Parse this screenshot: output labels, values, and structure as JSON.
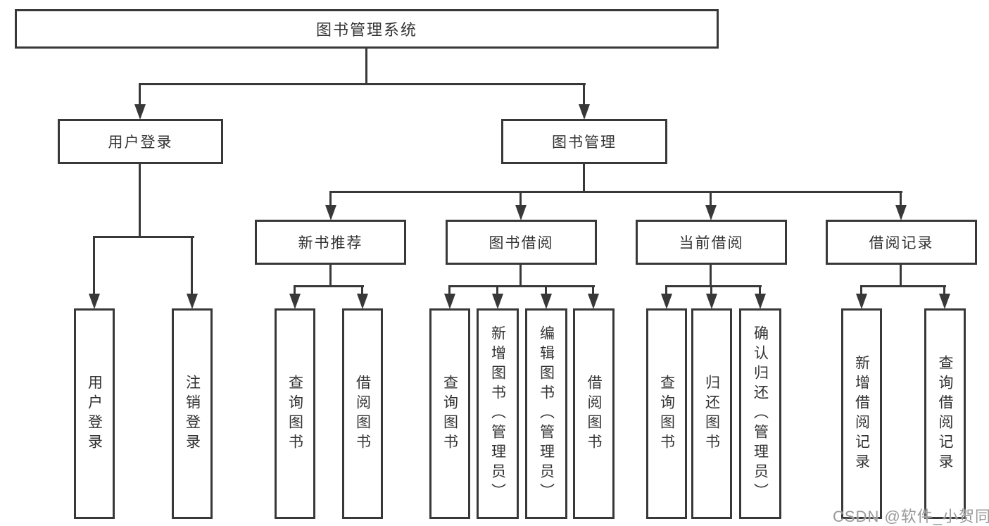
{
  "title": "图书管理系统",
  "watermark": "CSDN @软件_小贺同学",
  "colors": {
    "line": "#383838",
    "text": "#333333",
    "background": "#ffffff",
    "watermark": "#9a9a9a"
  },
  "nodes": {
    "root": "图书管理系统",
    "user_login": "用户登录",
    "book_mgmt": "图书管理",
    "new_book_rec": "新书推荐",
    "book_borrow": "图书借阅",
    "current_borrow": "当前借阅",
    "borrow_records": "借阅记录",
    "ul_login": "用户登录",
    "ul_logout": "注销登录",
    "nbr_query": "查询图书",
    "nbr_borrow": "借阅图书",
    "bb_query": "查询图书",
    "bb_add": "新增图书（管理员）",
    "bb_edit": "编辑图书（管理员）",
    "bb_borrow": "借阅图书",
    "cb_query": "查询图书",
    "cb_return": "归还图书",
    "cb_confirm": "确认归还（管理员）",
    "br_add": "新增借阅记录",
    "br_query": "查询借阅记录"
  }
}
